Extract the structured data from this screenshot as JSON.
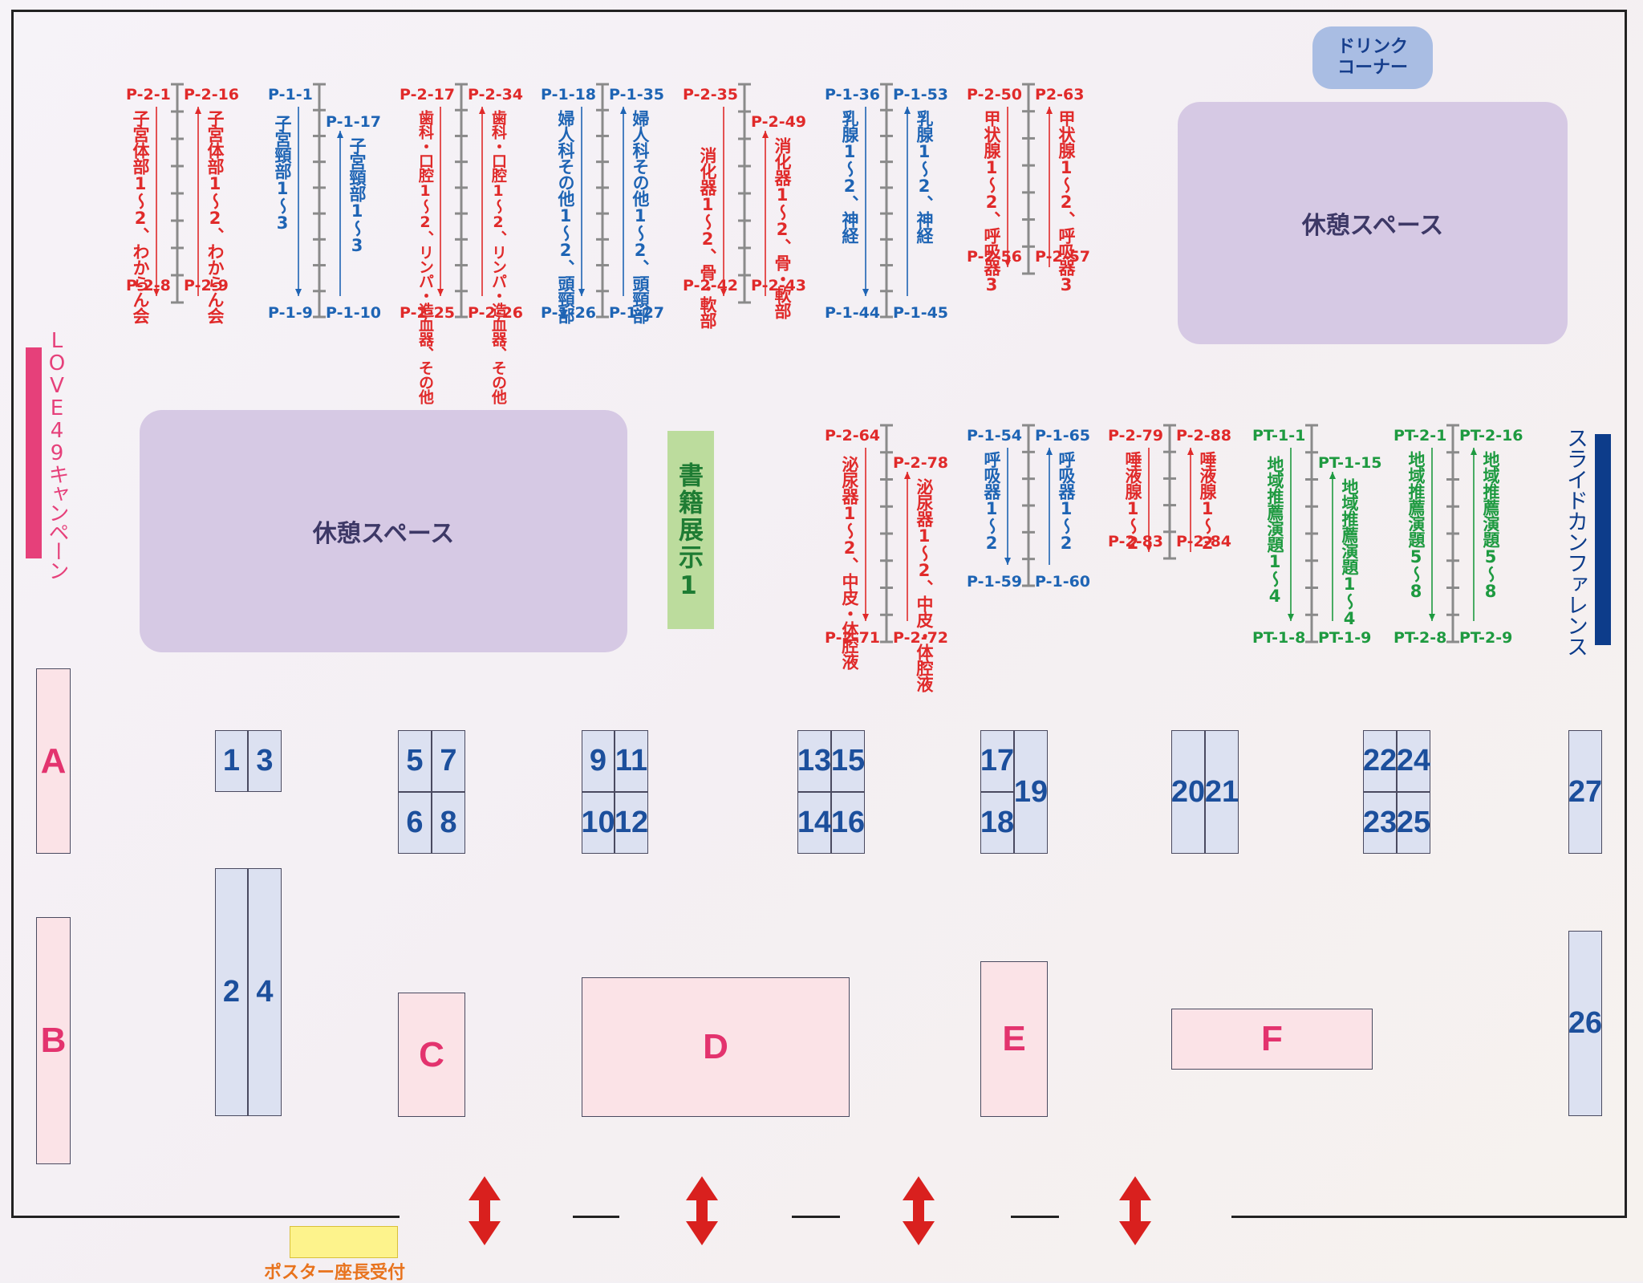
{
  "colors": {
    "red": "#e02a2a",
    "blue": "#1e64b4",
    "green": "#1e9a40",
    "pink": "#e6407a",
    "navy": "#0d3c8a"
  },
  "drink": {
    "label_line1": "ドリンク",
    "label_line2": "コーナー"
  },
  "lounge_label": "休憩スペース",
  "book_label": "書籍展示1",
  "love_label": "LOVE49キャンペーン",
  "slide_label": "スライドカンファレンス",
  "poster_reception": "ポスター座長受付",
  "poster_rows": [
    {
      "color": "red",
      "tl": "P-2-1",
      "tr": "P-2-16",
      "bl": "P-2-8",
      "br": "P-2-9",
      "left_text": "子宮体部1～2、わからん会",
      "right_text": "子宮体部1～2、わからん会"
    },
    {
      "color": "blue",
      "tl": "P-1-1",
      "tr": "P-1-17",
      "bl": "P-1-9",
      "br": "P-1-10",
      "left_text": "子宮頸部1～3",
      "right_text": "子宮頸部1～3"
    },
    {
      "color": "red",
      "tl": "P-2-17",
      "tr": "P-2-34",
      "bl": "P-2-25",
      "br": "P-2-26",
      "left_text": "歯科・口腔1～2、リンパ・造血器、その他",
      "right_text": "歯科・口腔1～2、リンパ・造血器、その他"
    },
    {
      "color": "blue",
      "tl": "P-1-18",
      "tr": "P-1-35",
      "bl": "P-1-26",
      "br": "P-1-27",
      "left_text": "婦人科その他1～2、頭頸部",
      "right_text": "婦人科その他1～2、頭頸部"
    },
    {
      "color": "red",
      "tl": "P-2-35",
      "tr": "P-2-49",
      "bl": "P-2-42",
      "br": "P-2-43",
      "left_text": "消化器1～2、骨・軟部",
      "right_text": "消化器1～2、骨・軟部"
    },
    {
      "color": "blue",
      "tl": "P-1-36",
      "tr": "P-1-53",
      "bl": "P-1-44",
      "br": "P-1-45",
      "left_text": "乳腺1～2、神経",
      "right_text": "乳腺1～2、神経"
    },
    {
      "color": "red",
      "tl": "P-2-50",
      "tr": "P2-63",
      "bl": "P-2-56",
      "br": "P-2-57",
      "left_text": "甲状腺1～2、呼吸器3",
      "right_text": "甲状腺1～2、呼吸器3"
    },
    {
      "color": "red",
      "tl": "P-2-64",
      "tr": "P-2-78",
      "bl": "P-2-71",
      "br": "P-2-72",
      "left_text": "泌尿器1～2、中皮・体腔液",
      "right_text": "泌尿器1～2、中皮・体腔液"
    },
    {
      "color": "blue",
      "tl": "P-1-54",
      "tr": "P-1-65",
      "bl": "P-1-59",
      "br": "P-1-60",
      "left_text": "呼吸器1～2",
      "right_text": "呼吸器1～2"
    },
    {
      "color": "red",
      "tl": "P-2-79",
      "tr": "P-2-88",
      "bl": "P-2-83",
      "br": "P-2-84",
      "left_text": "唾液腺1～2",
      "right_text": "唾液腺1～2"
    },
    {
      "color": "green",
      "tl": "PT-1-1",
      "tr": "PT-1-15",
      "bl": "PT-1-8",
      "br": "PT-1-9",
      "left_text": "地域推薦演題1～4",
      "right_text": "地域推薦演題1～4"
    },
    {
      "color": "green",
      "tl": "PT-2-1",
      "tr": "PT-2-16",
      "bl": "PT-2-8",
      "br": "PT-2-9",
      "left_text": "地域推薦演題5～8",
      "right_text": "地域推薦演題5～8"
    }
  ],
  "booths_blue": [
    "1",
    "3",
    "5",
    "7",
    "6",
    "8",
    "9",
    "11",
    "10",
    "12",
    "13",
    "15",
    "14",
    "16",
    "17",
    "18",
    "19",
    "20",
    "21",
    "22",
    "24",
    "23",
    "25",
    "27",
    "2",
    "4",
    "26"
  ],
  "booths_pink": [
    "A",
    "B",
    "C",
    "D",
    "E",
    "F"
  ]
}
